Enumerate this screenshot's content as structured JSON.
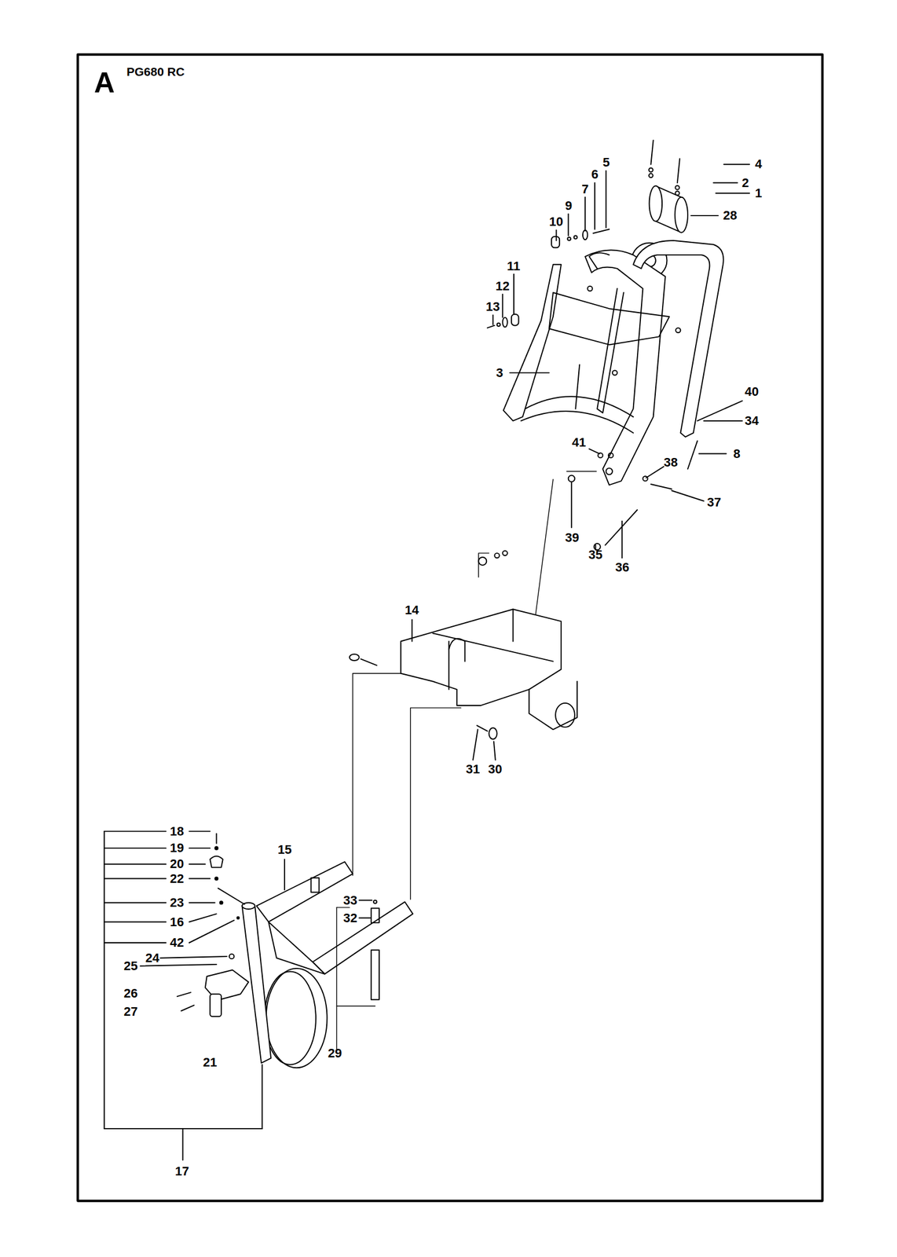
{
  "diagram": {
    "title": "PG680 RC",
    "labels": [
      "A",
      "4",
      "5",
      "6",
      "2",
      "7",
      "1",
      "9",
      "28",
      "10",
      "11",
      "12",
      "13",
      "3",
      "40",
      "34",
      "41",
      "8",
      "38",
      "37",
      "39",
      "35",
      "36",
      "14",
      "31",
      "30",
      "18",
      "19",
      "15",
      "20",
      "22",
      "33",
      "32",
      "23",
      "16",
      "42",
      "24",
      "25",
      "26",
      "27",
      "29",
      "21",
      "17"
    ]
  }
}
